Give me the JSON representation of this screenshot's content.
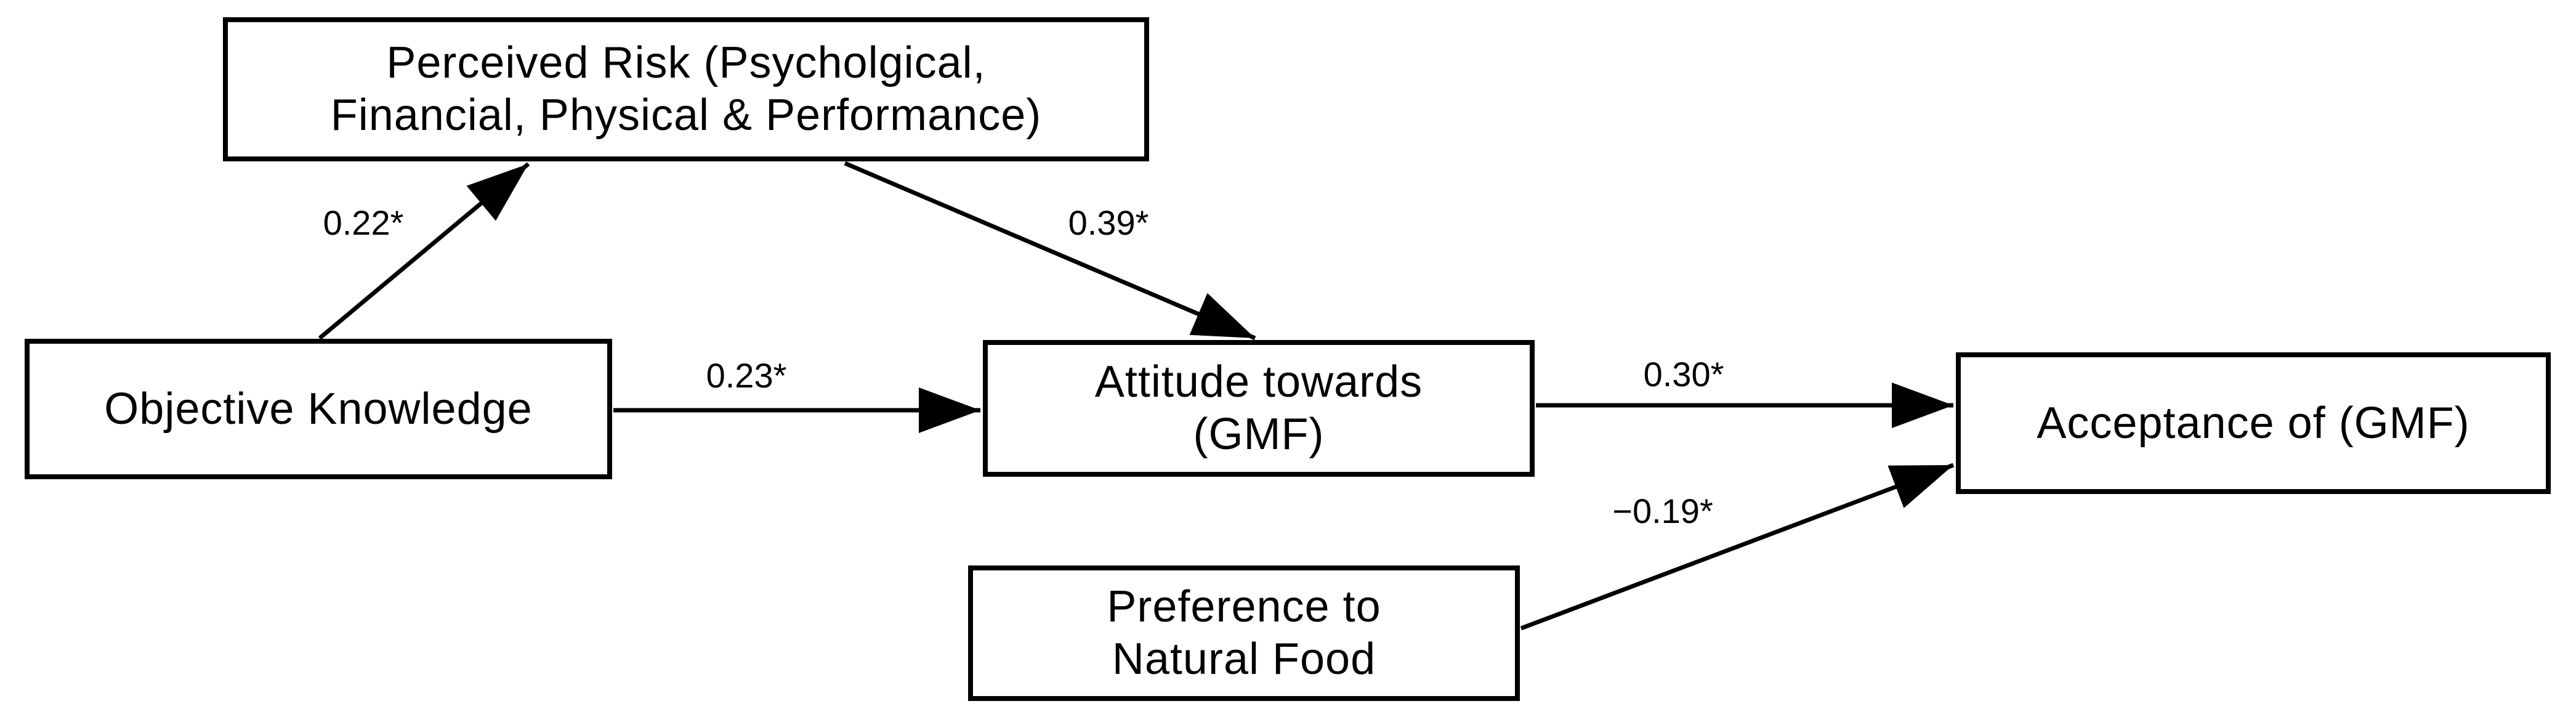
{
  "figure_type": "structural-path-model",
  "colors": {
    "background": "#ffffff",
    "box_border": "#000000",
    "box_fill": "#ffffff",
    "arrow": "#000000",
    "text": "#000000"
  },
  "nodes": [
    {
      "id": "perceived-risk",
      "lines": [
        "Perceived Risk (Psycholgical,",
        "Financial, Physical & Performance)"
      ]
    },
    {
      "id": "objective-knowledge",
      "lines": [
        "Objective Knowledge"
      ]
    },
    {
      "id": "attitude-gmf",
      "lines": [
        "Attitude towards",
        "(GMF)"
      ]
    },
    {
      "id": "acceptance-gmf",
      "lines": [
        "Acceptance of (GMF)"
      ]
    },
    {
      "id": "preference-natural-food",
      "lines": [
        "Preference to",
        "Natural Food"
      ]
    }
  ],
  "edges": [
    {
      "from": "objective-knowledge",
      "to": "perceived-risk",
      "label": "0.22*"
    },
    {
      "from": "perceived-risk",
      "to": "attitude-gmf",
      "label": "0.39*"
    },
    {
      "from": "objective-knowledge",
      "to": "attitude-gmf",
      "label": "0.23*"
    },
    {
      "from": "attitude-gmf",
      "to": "acceptance-gmf",
      "label": "0.30*"
    },
    {
      "from": "preference-natural-food",
      "to": "acceptance-gmf",
      "label": "−0.19*"
    }
  ]
}
